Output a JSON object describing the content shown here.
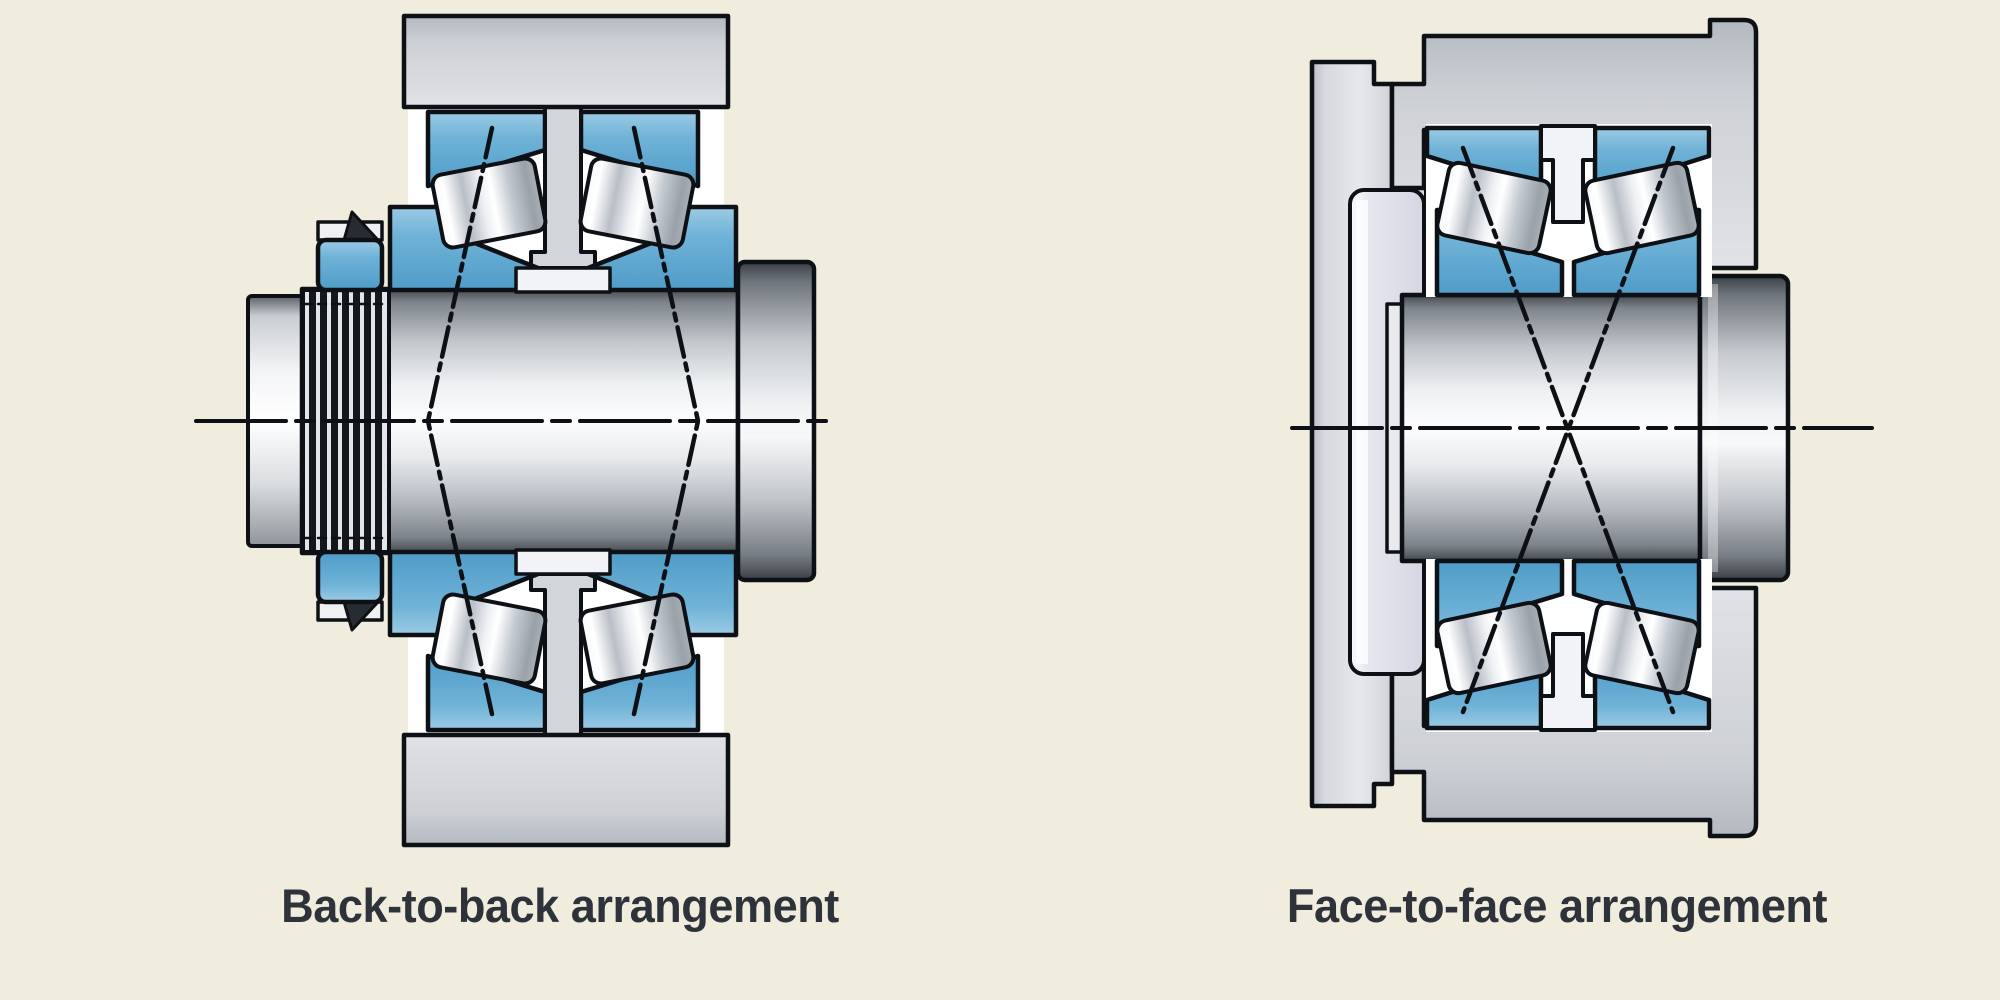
{
  "figures": [
    {
      "id": "back-to-back",
      "label": "Back-to-back arrangement"
    },
    {
      "id": "face-to-face",
      "label": "Face-to-face arrangement"
    }
  ],
  "colors": {
    "background": "#f1edde",
    "label": "#2e323b",
    "outline": "#0d1014",
    "bearing_blue": "#62aed4",
    "bearing_blue_light": "#9ccbe4",
    "housing_gray": "#ccd0d5",
    "steel_light": "#f4f6f7",
    "steel_dark": "#44494f",
    "cover_recess": "#dcdde8",
    "spacer_white": "#f2f3f6"
  }
}
